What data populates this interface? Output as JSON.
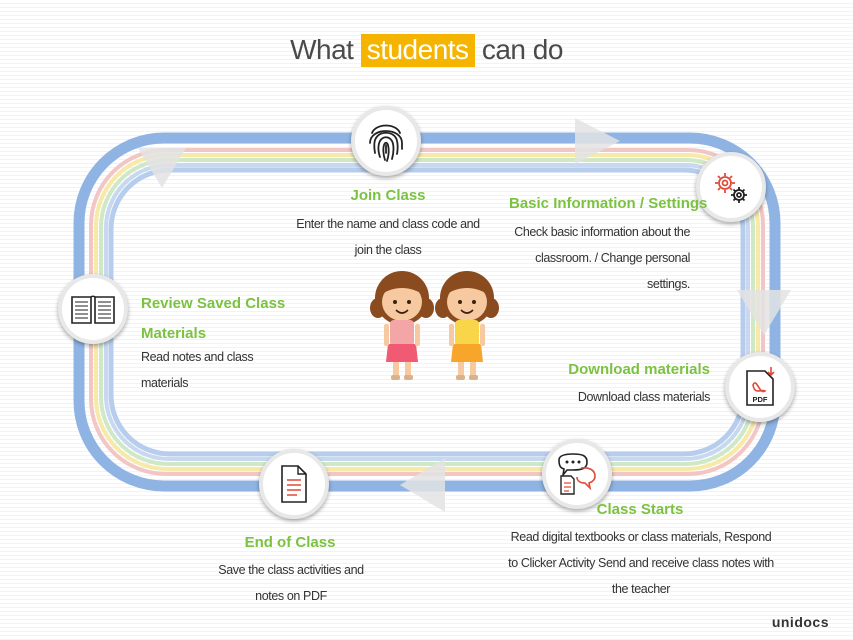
{
  "title": {
    "pre": "What",
    "highlight": "students",
    "post": "can do"
  },
  "steps": {
    "join": {
      "title": "Join Class",
      "desc": "Enter the name and class code and join the class"
    },
    "basic": {
      "title": "Basic Information / Settings",
      "desc": "Check basic information about the classroom. / Change personal settings."
    },
    "download": {
      "title": "Download materials",
      "desc": "Download class materials"
    },
    "starts": {
      "title": "Class Starts",
      "desc": "Read digital textbooks or class materials, Respond to Clicker Activity Send and receive class notes with the teacher"
    },
    "end": {
      "title": "End of Class",
      "desc": "Save the class activities and notes on PDF"
    },
    "review": {
      "title": "Review Saved Class Materials",
      "desc": "Read notes and class materials"
    }
  },
  "icons": {
    "join": "fingerprint-icon",
    "basic": "gears-icon",
    "download": "pdf-download-icon",
    "starts": "chat-bubbles-icon",
    "end": "document-icon",
    "review": "open-book-icon",
    "pdf_label": "PDF"
  },
  "colors": {
    "accent": "#f5b400",
    "step_title": "#7cc242",
    "track_blue": "#8fb4e3",
    "icon_red": "#e04a3a"
  },
  "logo": "unidocs"
}
